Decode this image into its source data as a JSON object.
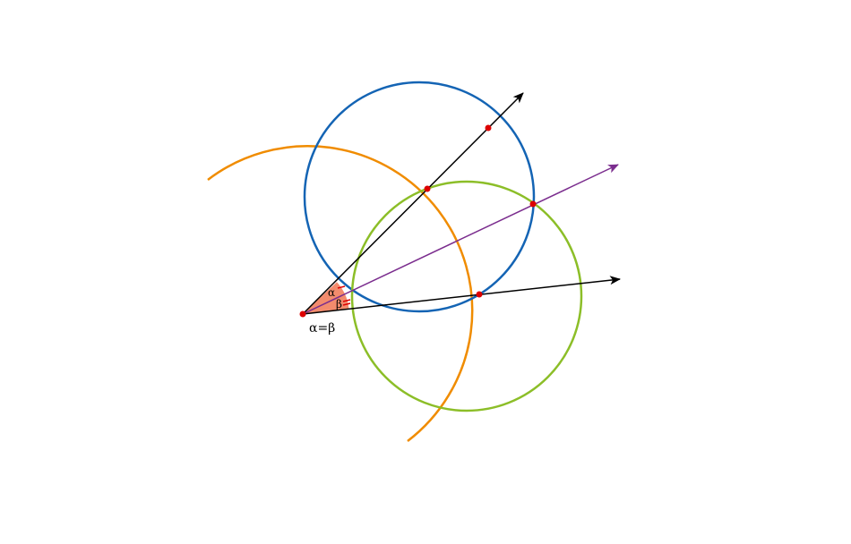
{
  "diagram": {
    "labels": {
      "alpha": "α",
      "beta": "β",
      "equation": "α=β"
    },
    "colors": {
      "background": "#ffffff",
      "arm_ray": "#000000",
      "bisector": "#7b2d8e",
      "big_arc": "#f08c00",
      "blue_circle": "#1464b4",
      "green_circle": "#8cbe28",
      "points": "#dd0000",
      "angle_fill": "#f28b6d",
      "angle_ticks": "#dd0000"
    }
  }
}
